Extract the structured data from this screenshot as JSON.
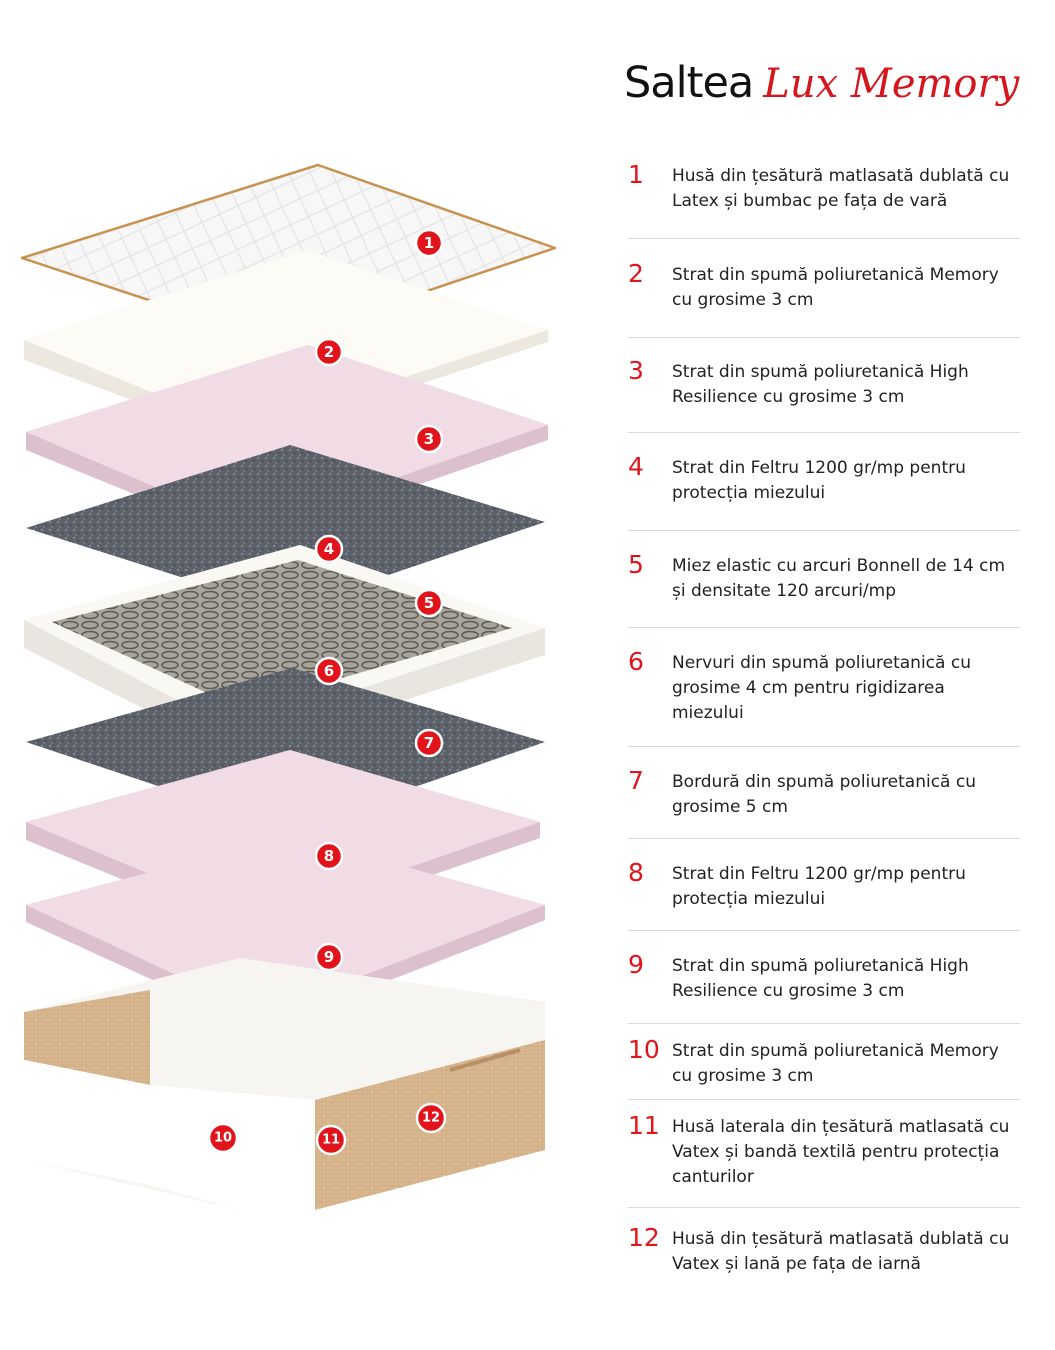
{
  "title": {
    "main": "Saltea",
    "accent": "Lux Memory"
  },
  "colors": {
    "accent": "#e2141b",
    "pink": "#f0dbe5",
    "felt": "#5b6069",
    "gold": "#d9b68e"
  },
  "features": [
    {
      "num": "1",
      "text": "Husă din țesătură matlasată dublată cu Latex și bumbac pe fața de vară"
    },
    {
      "num": "2",
      "text": "Strat din spumă poliuretanică Memory cu grosime 3 cm"
    },
    {
      "num": "3",
      "text": "Strat din spumă poliuretanică High Resilience cu grosime 3 cm"
    },
    {
      "num": "4",
      "text": "Strat din Feltru 1200 gr/mp pentru protecția miezului"
    },
    {
      "num": "5",
      "text": "Miez elastic cu arcuri Bonnell de 14 cm și densitate 120 arcuri/mp"
    },
    {
      "num": "6",
      "text": "Nervuri din spumă poliuretanică cu grosime 4 cm pentru rigidizarea miezului"
    },
    {
      "num": "7",
      "text": "Bordură din spumă poliuretanică cu grosime 5 cm"
    },
    {
      "num": "8",
      "text": "Strat din Feltru 1200 gr/mp pentru protecția miezului"
    },
    {
      "num": "9",
      "text": "Strat din spumă poliuretanică High Resilience cu grosime 3 cm"
    },
    {
      "num": "10",
      "text": "Strat din spumă poliuretanică Memory cu grosime 3 cm"
    },
    {
      "num": "11",
      "text": "Husă laterala din țesătură  matlasată cu Vatex și bandă textilă pentru protecția canturilor"
    },
    {
      "num": "12",
      "text": "Husă din țesătură matlasată dublată cu Vatex și lană pe fața de iarnă"
    }
  ],
  "badges": [
    "1",
    "2",
    "3",
    "4",
    "5",
    "6",
    "7",
    "8",
    "9",
    "10",
    "11",
    "12"
  ]
}
